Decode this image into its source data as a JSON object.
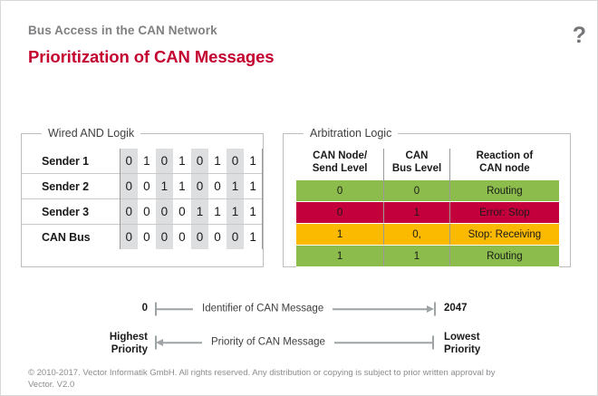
{
  "header": {
    "eyebrow": "Bus Access in the CAN Network",
    "title": "Prioritization of CAN Messages",
    "help_glyph": "?",
    "help_name": "help-icon"
  },
  "colors": {
    "brand_red": "#c3002f",
    "row_green": "#8cbd4c",
    "row_red": "#c3003c",
    "row_amber": "#fbba00",
    "eyebrow_gray": "#808083",
    "cell_shade": "#dcdedf",
    "arrow_gray": "#9ea4a6"
  },
  "wired_panel": {
    "legend": "Wired AND Logik",
    "rows": [
      {
        "label": "Sender 1",
        "bits": [
          "0",
          "1",
          "0",
          "1",
          "0",
          "1",
          "0",
          "1"
        ]
      },
      {
        "label": "Sender 2",
        "bits": [
          "0",
          "0",
          "1",
          "1",
          "0",
          "0",
          "1",
          "1"
        ]
      },
      {
        "label": "Sender 3",
        "bits": [
          "0",
          "0",
          "0",
          "0",
          "1",
          "1",
          "1",
          "1"
        ]
      },
      {
        "label": "CAN Bus",
        "bits": [
          "0",
          "0",
          "0",
          "0",
          "0",
          "0",
          "0",
          "1"
        ]
      }
    ],
    "shaded_columns": [
      0,
      2,
      4,
      6
    ]
  },
  "arbitration_panel": {
    "legend": "Arbitration Logic",
    "headers": [
      "CAN Node/ Send Level",
      "CAN Bus Level",
      "Reaction of CAN node"
    ],
    "headers_lines": [
      [
        "CAN Node/",
        "Send Level"
      ],
      [
        "CAN",
        "Bus Level"
      ],
      [
        "Reaction of",
        "CAN node"
      ]
    ],
    "rows": [
      {
        "send_level": "0",
        "bus_level": "0",
        "reaction": "Routing",
        "color": "green"
      },
      {
        "send_level": "0",
        "bus_level": "1",
        "reaction": "Error: Stop",
        "color": "red"
      },
      {
        "send_level": "1",
        "bus_level": "0,",
        "reaction": "Stop: Receiving",
        "color": "amber"
      },
      {
        "send_level": "1",
        "bus_level": "1",
        "reaction": "Routing",
        "color": "green"
      }
    ]
  },
  "arrows": [
    {
      "left_label": "0",
      "right_label": "2047",
      "caption": "Identifier of CAN Message",
      "left_cap": "bar",
      "right_cap": "arrow-right"
    },
    {
      "left_label": "Highest Priority",
      "left_label_lines": [
        "Highest",
        "Priority"
      ],
      "right_label": "Lowest Priority",
      "right_label_lines": [
        "Lowest",
        "Priority"
      ],
      "caption": "Priority of CAN Message",
      "left_cap": "arrow-left",
      "right_cap": "bar"
    }
  ],
  "footer": {
    "text": "© 2010-2017. Vector Informatik GmbH. All rights reserved. Any distribution or copying is subject to prior written approval by Vector. V2.0"
  }
}
